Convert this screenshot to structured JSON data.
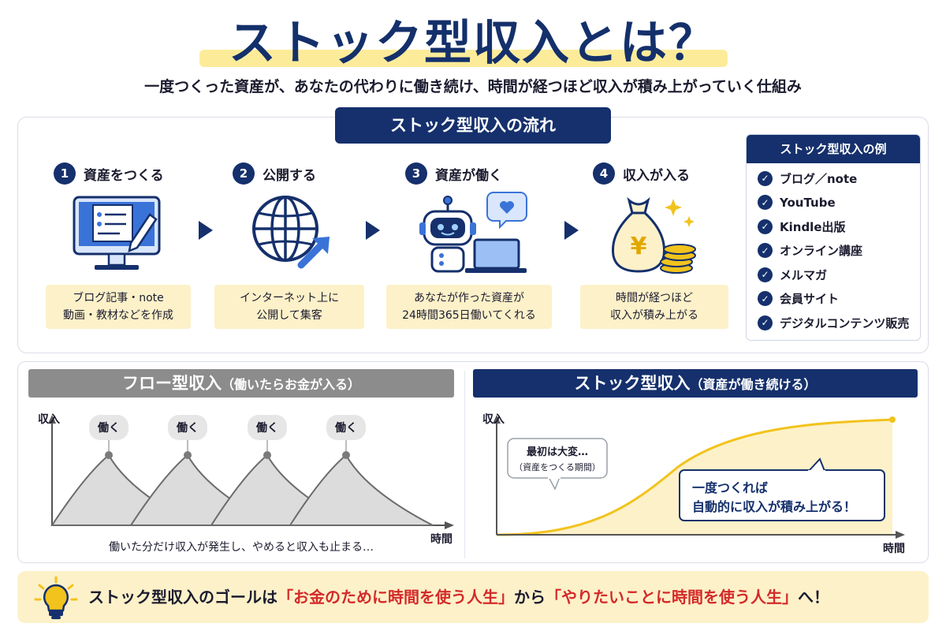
{
  "header": {
    "title": "ストック型収入とは？",
    "subtitle": "一度つくった資産が、あなたの代わりに働き続け、時間が経つほど収入が積み上がっていく仕組み"
  },
  "flow": {
    "title": "ストック型収入の流れ",
    "steps": [
      {
        "num": "1",
        "label": "資産をつくる",
        "caption1": "ブログ記事・note",
        "caption2": "動画・教材などを作成",
        "icon": "computer-document-pen-icon"
      },
      {
        "num": "2",
        "label": "公開する",
        "caption1": "インターネット上に",
        "caption2": "公開して集客",
        "icon": "globe-arrow-icon"
      },
      {
        "num": "3",
        "label": "資産が働く",
        "caption1": "あなたが作った資産が",
        "caption2": "24時間365日働いてくれる",
        "icon": "robot-laptop-icon"
      },
      {
        "num": "4",
        "label": "収入が入る",
        "caption1": "時間が経つほど",
        "caption2": "収入が積み上がる",
        "icon": "money-bag-yen-icon"
      }
    ]
  },
  "examples": {
    "title": "ストック型収入の例",
    "items": [
      "ブログ／note",
      "YouTube",
      "Kindle出版",
      "オンライン講座",
      "メルマガ",
      "会員サイト",
      "デジタルコンテンツ販売"
    ]
  },
  "flow_income": {
    "title": "フロー型収入",
    "title_note": "（働いたらお金が入る）",
    "y_label": "収入",
    "x_label": "時間",
    "bubble": "働く",
    "bubble_count": 4,
    "caption": "働いた分だけ収入が発生し、やめると収入も止まる…"
  },
  "stock_income": {
    "title": "ストック型収入",
    "title_note": "（資産が働き続ける）",
    "y_label": "収入",
    "x_label": "時間",
    "callout1_line1": "最初は大変…",
    "callout1_line2": "（資産をつくる期間）",
    "callout2_line1": "一度つくれば",
    "callout2_line2": "自動的に収入が積み上がる！"
  },
  "goal": {
    "prefix": "ストック型収入のゴールは",
    "quote1": "「お金のために時間を使う人生」",
    "mid": "から",
    "quote2": "「やりたいことに時間を使う人生」",
    "suffix": "へ！"
  },
  "colors": {
    "navy": "#15306c",
    "yellow": "#f2c31c",
    "cream": "#fdf1c9",
    "gray": "#8c8c8c",
    "red": "#d42a2a",
    "blue": "#3a73d8"
  }
}
